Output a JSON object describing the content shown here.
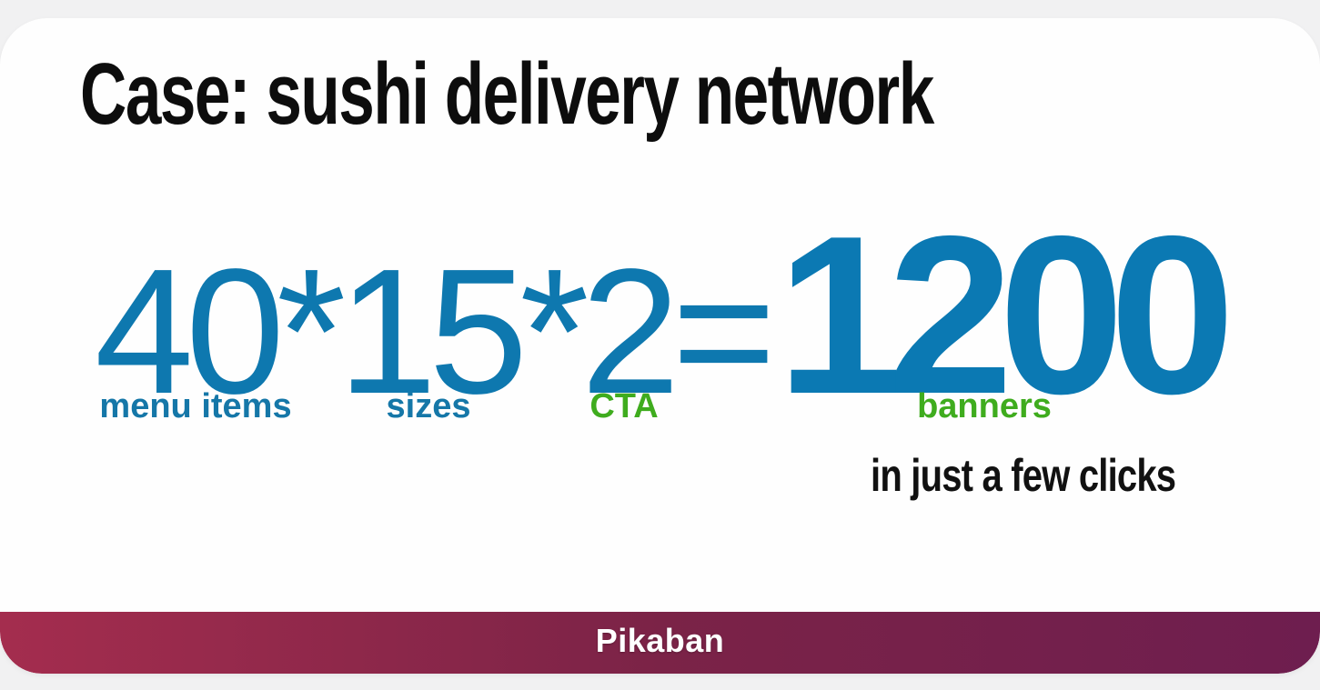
{
  "slide": {
    "title": "Case: sushi delivery network",
    "formula": {
      "expression": "40*15*2=",
      "result": "1200"
    },
    "labels": [
      {
        "text": "menu items",
        "color": "#1577a8"
      },
      {
        "text": "sizes",
        "color": "#1577a8"
      },
      {
        "text": "CTA",
        "color": "#3fac1e"
      },
      {
        "text": "banners",
        "color": "#3fac1e"
      }
    ],
    "tagline": "in just a few clicks",
    "footer": {
      "brand": "Pikaban"
    }
  },
  "colors": {
    "formula_blue": "#0e78af",
    "result_blue": "#0b79b3",
    "label_blue": "#1577a8",
    "label_green": "#3fac1e",
    "text_black": "#0d0d0d",
    "card_white": "#fefefe",
    "page_background": "#f1f1f2",
    "footer_gradient_left": "#a42d4e",
    "footer_gradient_right": "#6e1e4f"
  }
}
